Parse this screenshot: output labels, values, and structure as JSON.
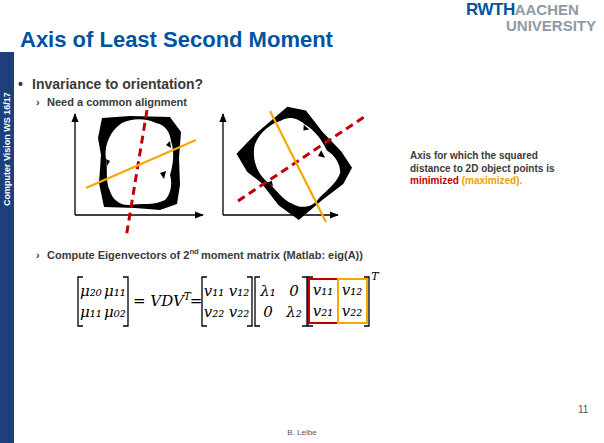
{
  "diagram": {
    "title": "Axis of Least Second Moment",
    "nodes": [
      {
        "text": [
          "v₁₁",
          "v₂₁"
        ]
      },
      {
        "text": [
          "v₁₂",
          "v₂₂"
        ]
      }
    ],
    "labels": [
      "RWTH",
      "AACHEN",
      "UNIVERSITY",
      "Computer Vision WS 16/17",
      "•",
      "Invariance to orientation?",
      "›",
      "Need a common alignment",
      "Axis for which the squared distance to 2D object points is",
      "minimized",
      "(maximized).",
      "›",
      "Compute Eigenvectors of 2",
      "nd",
      "moment matrix (Matlab: eig(A))",
      "μ₂₀",
      "μ₁₁",
      "μ₁₁",
      "μ₀₂",
      "= VDV",
      "T",
      "=",
      "v₁₁",
      "v₁₂",
      "v₂₂",
      "v₂₂",
      "λ₁",
      "0",
      "0",
      "λ₂",
      "T",
      "B. Leibe",
      "11"
    ]
  }
}
